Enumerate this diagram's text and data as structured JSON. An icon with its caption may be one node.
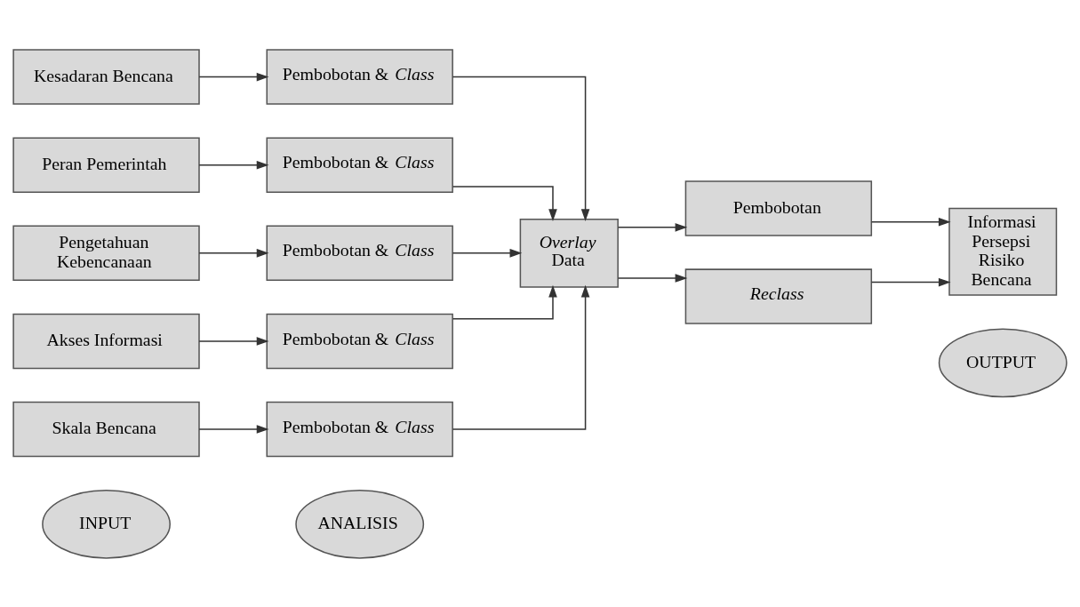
{
  "diagram": {
    "nodes": [
      {
        "text": [
          "INPUT"
        ]
      },
      {
        "text": [
          "ANALISIS"
        ]
      },
      {
        "text": [
          "OUTPUT"
        ]
      },
      {
        "text": [
          "Kesadaran Bencana"
        ]
      },
      {
        "text": [
          "Pembobotan & *Class*"
        ]
      },
      {
        "text": [
          "Peran Pemerintah"
        ]
      },
      {
        "text": [
          "Pembobotan & *Class*"
        ]
      },
      {
        "text": [
          "Pengetahuan Kebencanaan"
        ]
      },
      {
        "text": [
          "Pembobotan & *Class*"
        ]
      },
      {
        "text": [
          "Akses Informasi"
        ]
      },
      {
        "text": [
          "Pembobotan & *Class*"
        ]
      },
      {
        "text": [
          "Skala Bencana"
        ]
      },
      {
        "text": [
          "Pembobotan & *Class*"
        ]
      },
      {
        "text": [
          "*Overlay* Data"
        ]
      },
      {
        "text": [
          "Pembobotan"
        ]
      },
      {
        "text": [
          "Informasi Persepsi Risiko Bencana"
        ]
      },
      {
        "text": [
          "*Reclass*"
        ]
      }
    ],
    "edges": [
      {
        "from": 3,
        "to": 4,
        "arrow": "to"
      },
      {
        "from": 5,
        "to": 6,
        "arrow": "to"
      },
      {
        "from": 7,
        "to": 8,
        "arrow": "to"
      },
      {
        "from": 9,
        "to": 10,
        "arrow": "to"
      },
      {
        "from": 11,
        "to": 12,
        "arrow": "to"
      },
      {
        "from": 4,
        "to": 13,
        "arrow": "to"
      },
      {
        "from": 6,
        "to": 13,
        "arrow": "to"
      },
      {
        "from": 8,
        "to": 13,
        "arrow": "to"
      },
      {
        "from": 10,
        "to": 13,
        "arrow": "to"
      },
      {
        "from": 12,
        "to": 13,
        "arrow": "to"
      },
      {
        "from": 13,
        "to": 14,
        "arrow": "to"
      },
      {
        "from": 13,
        "to": 16,
        "arrow": "to"
      },
      {
        "from": 14,
        "to": 15,
        "arrow": "to"
      },
      {
        "from": 16,
        "to": 15,
        "arrow": "to"
      }
    ]
  }
}
